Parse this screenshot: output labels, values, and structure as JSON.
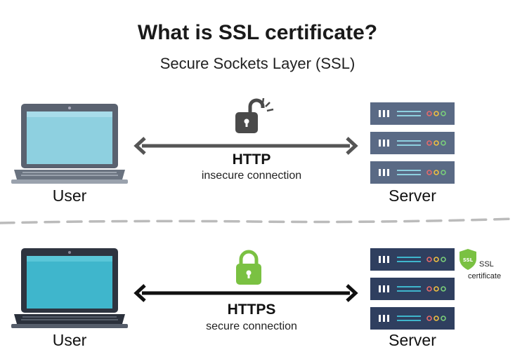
{
  "header": {
    "title": "What is SSL certificate?",
    "subtitle": "Secure Sockets Layer (SSL)"
  },
  "insecure": {
    "client_label": "User",
    "server_label": "Server",
    "protocol": "HTTP",
    "description": "insecure connection",
    "lock_state": "unlocked",
    "lock_color": "#4a4a4a",
    "arrow_color": "#555555"
  },
  "secure": {
    "client_label": "User",
    "server_label": "Server",
    "protocol": "HTTPS",
    "description": "secure connection",
    "lock_state": "locked",
    "lock_color": "#7ac142",
    "arrow_color": "#111111",
    "badge_text": "SSL",
    "cert_line1": "SSL",
    "cert_line2": "certificate"
  },
  "colors": {
    "laptop_light": "#8ed0e0",
    "laptop_dark": "#3fb6cc",
    "server_light": "#5a6a85",
    "server_dark": "#2f3f5f",
    "divider": "#bbbbbb",
    "badge": "#7ac142"
  }
}
